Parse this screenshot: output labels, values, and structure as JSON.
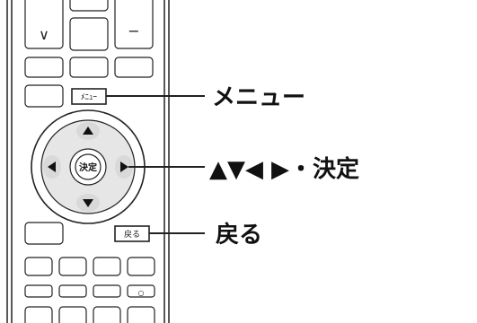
{
  "remote": {
    "top_row": [
      "∨",
      "",
      "−"
    ],
    "menu_button_label": "ﾒﾆｭｰ",
    "center_button_label": "決定",
    "return_button_label": "戻る",
    "small_button_glyph": "○"
  },
  "callouts": {
    "menu": "メニュー",
    "dpad": "▲▼◀ ▶・決定",
    "return": "戻る"
  }
}
